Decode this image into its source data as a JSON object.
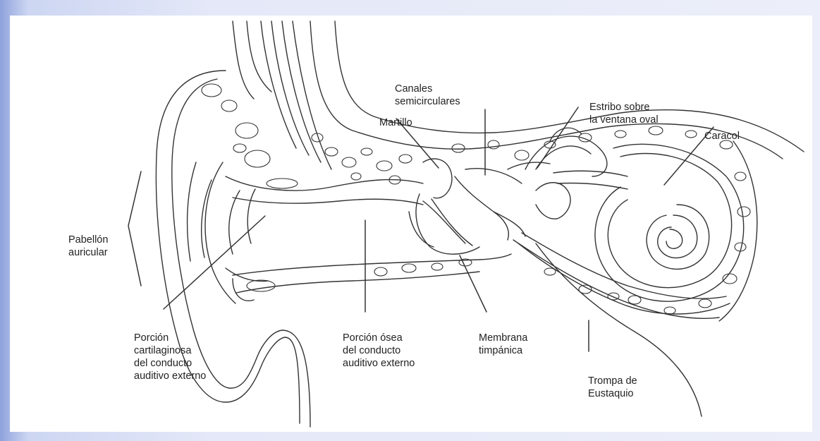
{
  "diagram": {
    "labels": {
      "canales": "Canales\nsemicirculares",
      "estribo": "Estribo sobre\nla ventana oval",
      "martillo": "Martillo",
      "caracol": "Caracol",
      "pabellon": "Pabellón\nauricular",
      "cartilaginosa": "Porción\ncartilaginosa\ndel conducto\nauditivo externo",
      "osea": "Porción ósea\ndel conducto\nauditivo externo",
      "membrana": "Membrana\ntimpánica",
      "trompa": "Trompa de\nEustaquio"
    }
  },
  "colors": {
    "background_left": "#8ea2dc",
    "background_right": "#eceff9",
    "figure_bg": "#ffffff",
    "ink": "#222222"
  }
}
